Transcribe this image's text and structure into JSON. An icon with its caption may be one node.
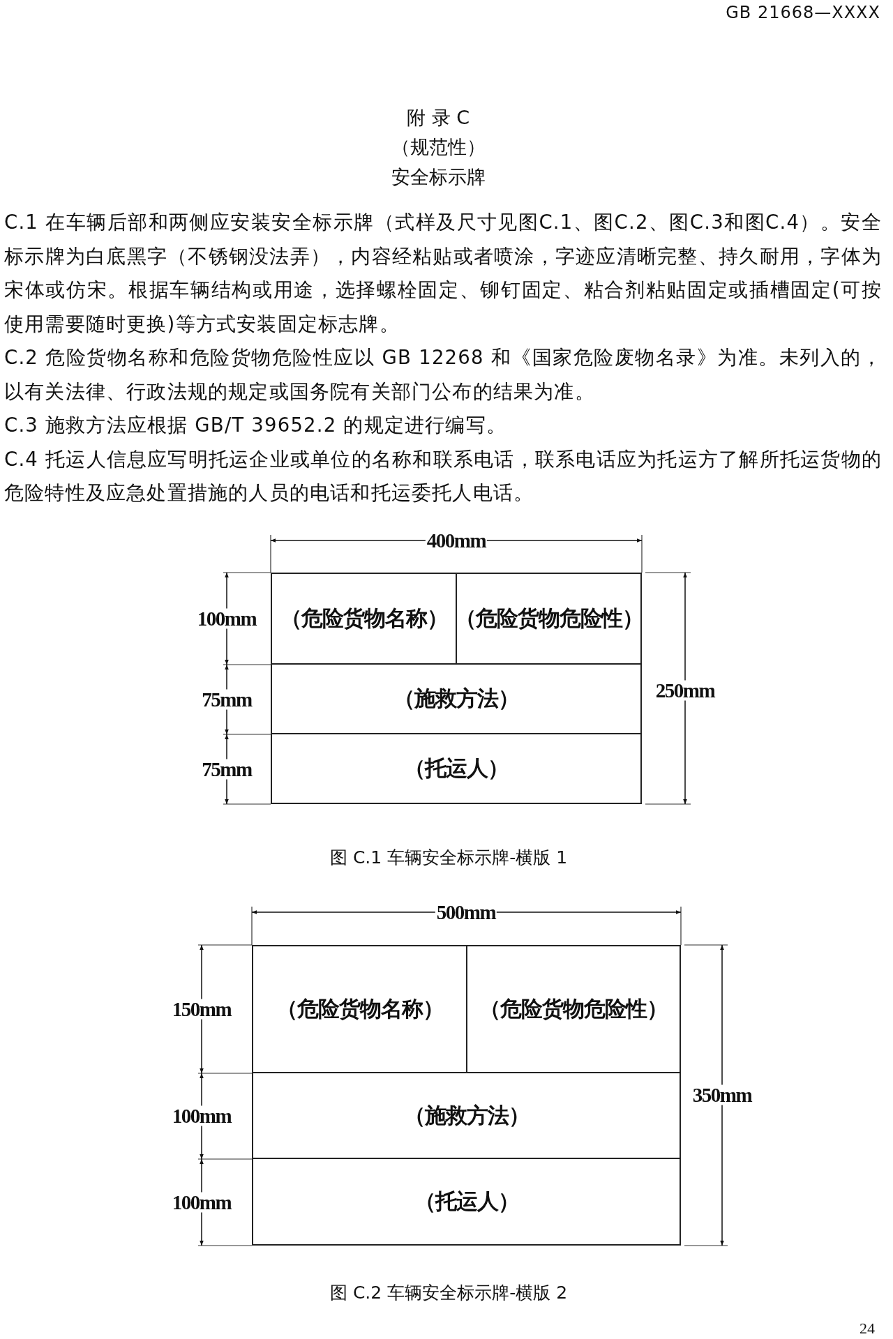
{
  "diagram": {
    "nodes": [
      {
        "text": [],
        "shape": "box"
      },
      {
        "text": [
          "（危险货物名称）"
        ],
        "in": 0
      },
      {
        "text": [
          "（危险货物危险性）"
        ],
        "in": 0
      },
      {
        "text": [
          "（施救方法）"
        ],
        "in": 0
      },
      {
        "text": [
          "（托运人）"
        ],
        "in": 0
      },
      {
        "text": [],
        "shape": "box"
      },
      {
        "text": [
          "（危险货物名称）"
        ],
        "in": 5
      },
      {
        "text": [
          "（危险货物危险性）"
        ],
        "in": 5
      },
      {
        "text": [
          "（施救方法）"
        ],
        "in": 5
      },
      {
        "text": [
          "（托运人）"
        ],
        "in": 5
      }
    ],
    "labels": [
      "GB 21668—XXXX",
      "附 录 C",
      "（规范性）",
      "安全标示牌",
      "C.1 在车辆后部和两侧应安装安全标示牌（式样及尺寸见图C.1、图C.2、图C.3和图C.4）。安全标示牌为白底黑字（不锈钢没法弄），内容经粘贴或者喷涂，字迹应清晰完整、持久耐用，字体为宋体或仿宋。根据车辆结构或用途，选择螺栓固定、铆钉固定、粘合剂粘贴固定或插槽固定(可按使用需要随时更换)等方式安装固定标志牌。",
      "C.2 危险货物名称和危险货物危险性应以 GB 12268 和《国家危险废物名录》为准。未列入的，以有关法律、行政法规的规定或国务院有关部门公布的结果为准。",
      "C.3 施救方法应根据 GB/T 39652.2 的规定进行编写。",
      "C.4 托运人信息应写明托运企业或单位的名称和联系电话，联系电话应为托运方了解所托运货物的危险特性及应急处置措施的人员的电话和托运委托人电话。",
      "400mm",
      "100mm",
      "250mm",
      "75mm",
      "75mm",
      "图 C.1 车辆安全标示牌-横版 1",
      "500mm",
      "150mm",
      "350mm",
      "100mm",
      "100mm",
      "图 C.2 车辆安全标示牌-横版 2",
      "24"
    ]
  }
}
